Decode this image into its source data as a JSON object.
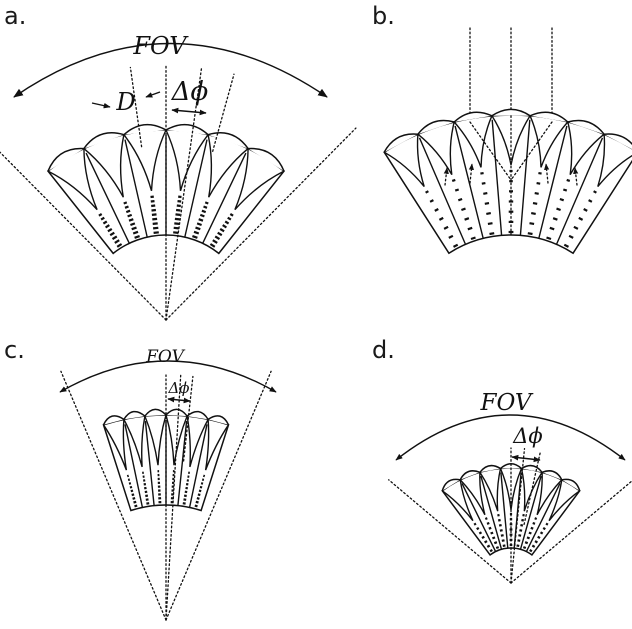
{
  "panels": [
    {
      "id": "a",
      "label": "a.",
      "fov_label": "FOV",
      "d_label": "D",
      "dphi_label": "Δϕ"
    },
    {
      "id": "b",
      "label": "b."
    },
    {
      "id": "c",
      "label": "c.",
      "fov_label": "FOV",
      "dphi_label": "Δϕ"
    },
    {
      "id": "d",
      "label": "d.",
      "fov_label": "FOV",
      "dphi_label": "Δϕ"
    }
  ]
}
